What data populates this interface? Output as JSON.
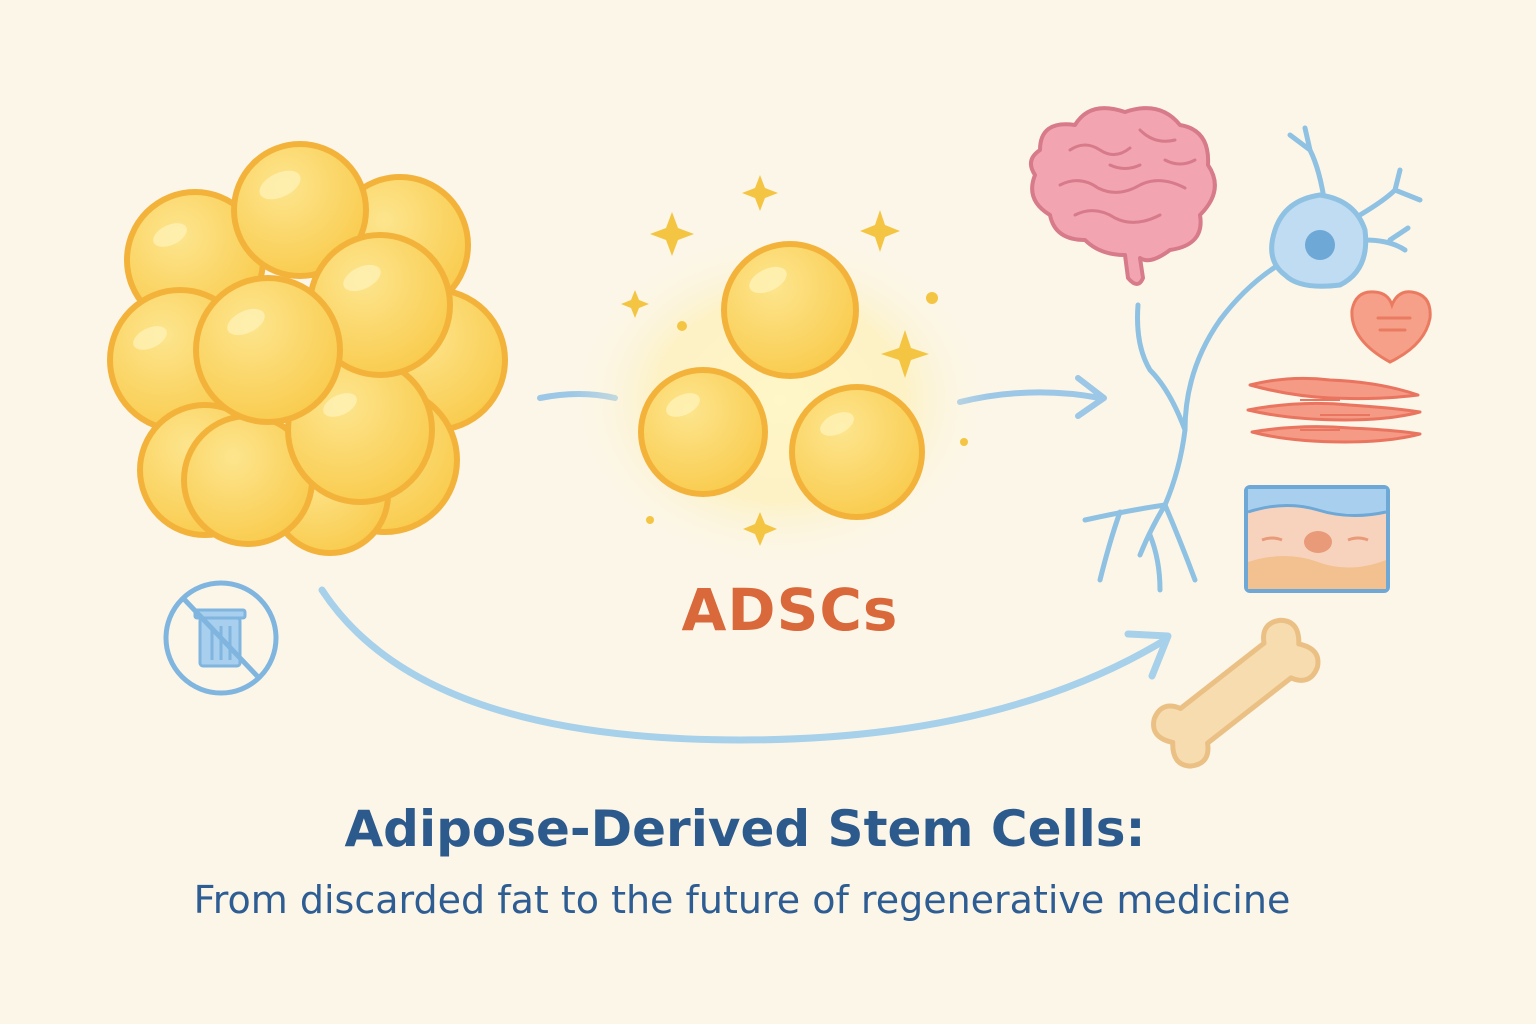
{
  "diagram": {
    "stem_cell_label": "ADSCs",
    "title": "Adipose-Derived Stem Cells:",
    "subtitle": "From discarded fat to the future of regenerative medicine"
  },
  "icons": {
    "fat_cluster": "fat-cell-cluster",
    "no_trash": "no-trash-icon",
    "stem_cells": "stem-cells",
    "brain": "brain-icon",
    "neuron": "neuron-icon",
    "heart": "heart-icon",
    "muscle": "muscle-fiber-icon",
    "skin": "skin-tissue-icon",
    "bone": "bone-icon"
  },
  "colors": {
    "background": "#fcf6e8",
    "cell_fill": "#fbd562",
    "cell_stroke": "#f3b33b",
    "arrow": "#9cc7e6",
    "label": "#d9683a",
    "title": "#2c5a8c",
    "brain": "#ea9aa8",
    "neuron": "#8fc1e3",
    "heart": "#f29079",
    "bone": "#f2cf97"
  }
}
